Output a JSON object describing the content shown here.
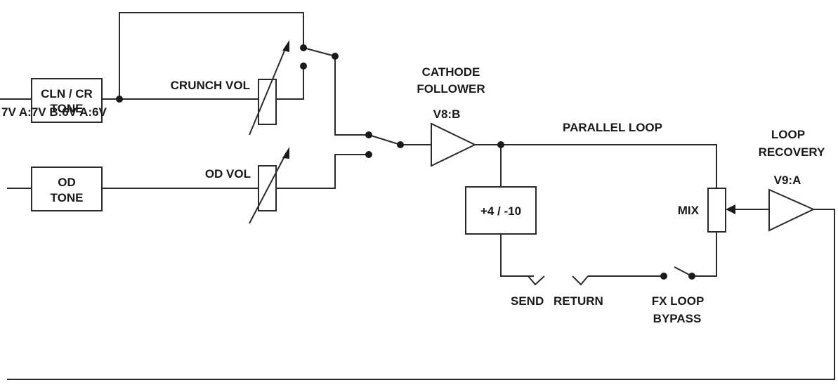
{
  "diagram": {
    "labels": {
      "cln_cr_tone_line1": "CLN / CR",
      "cln_cr_tone_line2": "TONE",
      "voltages_overlay": "7V A:7V B:6V A:6V",
      "od_tone_line1": "OD",
      "od_tone_line2": "TONE",
      "crunch_vol": "CRUNCH VOL",
      "od_vol": "OD VOL",
      "cathode_line1": "CATHODE",
      "cathode_line2": "FOLLOWER",
      "v8b": "V8:B",
      "parallel_loop": "PARALLEL LOOP",
      "level_box": "+4 / -10",
      "mix": "MIX",
      "loop_rec_line1": "LOOP",
      "loop_rec_line2": "RECOVERY",
      "v9a": "V9:A",
      "send": "SEND",
      "return": "RETURN",
      "fx_line1": "FX LOOP",
      "fx_line2": "BYPASS"
    },
    "colors": {
      "line": "#2b2b2b",
      "text": "#1a1a1a",
      "background": "#ffffff"
    }
  }
}
